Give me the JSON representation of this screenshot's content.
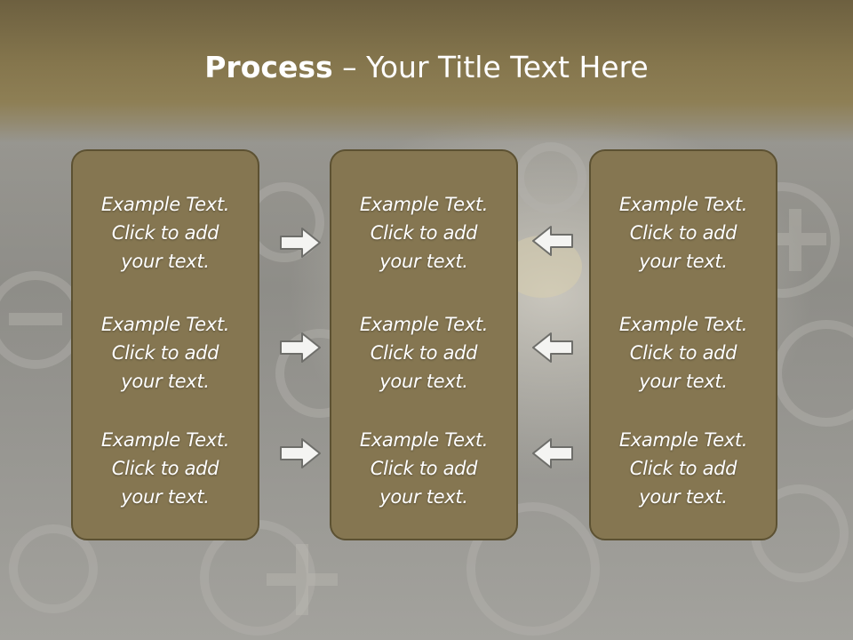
{
  "title": {
    "bold": "Process",
    "rest": " – Your Title Text Here"
  },
  "columns": [
    {
      "items": [
        [
          "Example Text.",
          "Click  to add",
          "your text."
        ],
        [
          "Example Text.",
          "Click  to add",
          "your text."
        ],
        [
          "Example Text.",
          "Click  to add",
          "your text."
        ]
      ]
    },
    {
      "items": [
        [
          "Example Text.",
          "Click  to add",
          "your text."
        ],
        [
          "Example Text.",
          "Click  to add",
          "your text."
        ],
        [
          "Example Text.",
          "Click  to add",
          "your text."
        ]
      ]
    },
    {
      "items": [
        [
          "Example Text.",
          "Click  to add",
          "your text."
        ],
        [
          "Example Text.",
          "Click  to add",
          "your text."
        ],
        [
          "Example Text.",
          "Click  to add",
          "your text."
        ]
      ]
    }
  ],
  "arrows": {
    "left_group": "right-arrow-icon",
    "right_group": "left-arrow-icon"
  },
  "colors": {
    "panel": "#857651",
    "panel_border": "#5c5132",
    "title_band": "#85764d",
    "text": "#ffffff",
    "arrow_fill": "#f4f4f2",
    "arrow_stroke": "#6e6e6a"
  }
}
